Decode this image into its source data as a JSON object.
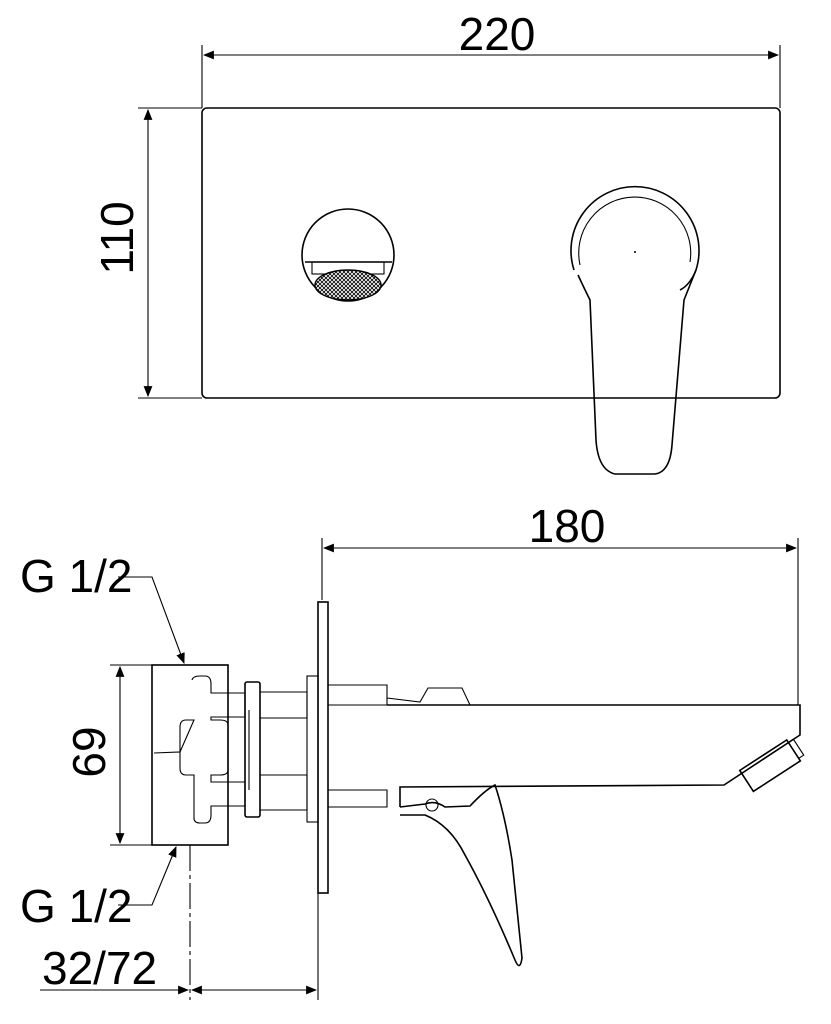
{
  "front_view": {
    "width_dimension": "220",
    "height_dimension": "110"
  },
  "side_view": {
    "spout_length_dimension": "180",
    "body_height_dimension": "69",
    "inlet_top_label": "G 1/2",
    "inlet_bottom_label": "G 1/2",
    "wall_depth_dimension": "32/72"
  }
}
